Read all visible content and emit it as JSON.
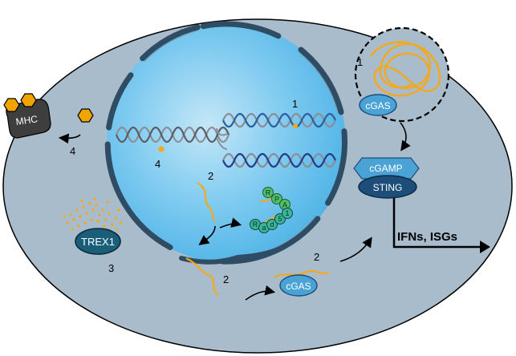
{
  "labels": {
    "mhc": "MHC",
    "trex1": "TREX1",
    "cgas_top": "cGAS",
    "cgas_bottom": "cGAS",
    "cgamp": "cGAMP",
    "sting": "STING",
    "output": "IFNs, ISGs",
    "rpa": [
      "R",
      "P",
      "A"
    ],
    "rad51": [
      "R",
      "a",
      "d",
      "5",
      "1"
    ]
  },
  "steps": {
    "s1_nucleus": "1",
    "s1_micronucleus": "1",
    "s2_nucleus": "2",
    "s2_cytoplasm": "2",
    "s2_cgas": "2",
    "s3": "3",
    "s4_nucleus": "4",
    "s4_cytoplasm": "4"
  },
  "colors": {
    "cell_fill": "#a9bccb",
    "nucleus_fill": "#5dbbe8",
    "nucleus_center": "#bfe4f6",
    "envelope": "#2e4c63",
    "dna_gold": "#f4a81c",
    "dna_gray": "#8d8d95",
    "dna_blue": "#2f5f9e",
    "dna_navy": "#273d86",
    "protein_blue": "#4aa3d4",
    "sting_dark": "#1d4d79",
    "trex1_dark": "#1a5e7a",
    "rpa_green": "#4fbf6a",
    "rad51_teal": "#39b59a",
    "mhc_gray": "#3e3e3e",
    "peptide_gold": "#f0a400"
  },
  "icons": [
    "peptide-hexagon-icon",
    "arrow-icon"
  ]
}
